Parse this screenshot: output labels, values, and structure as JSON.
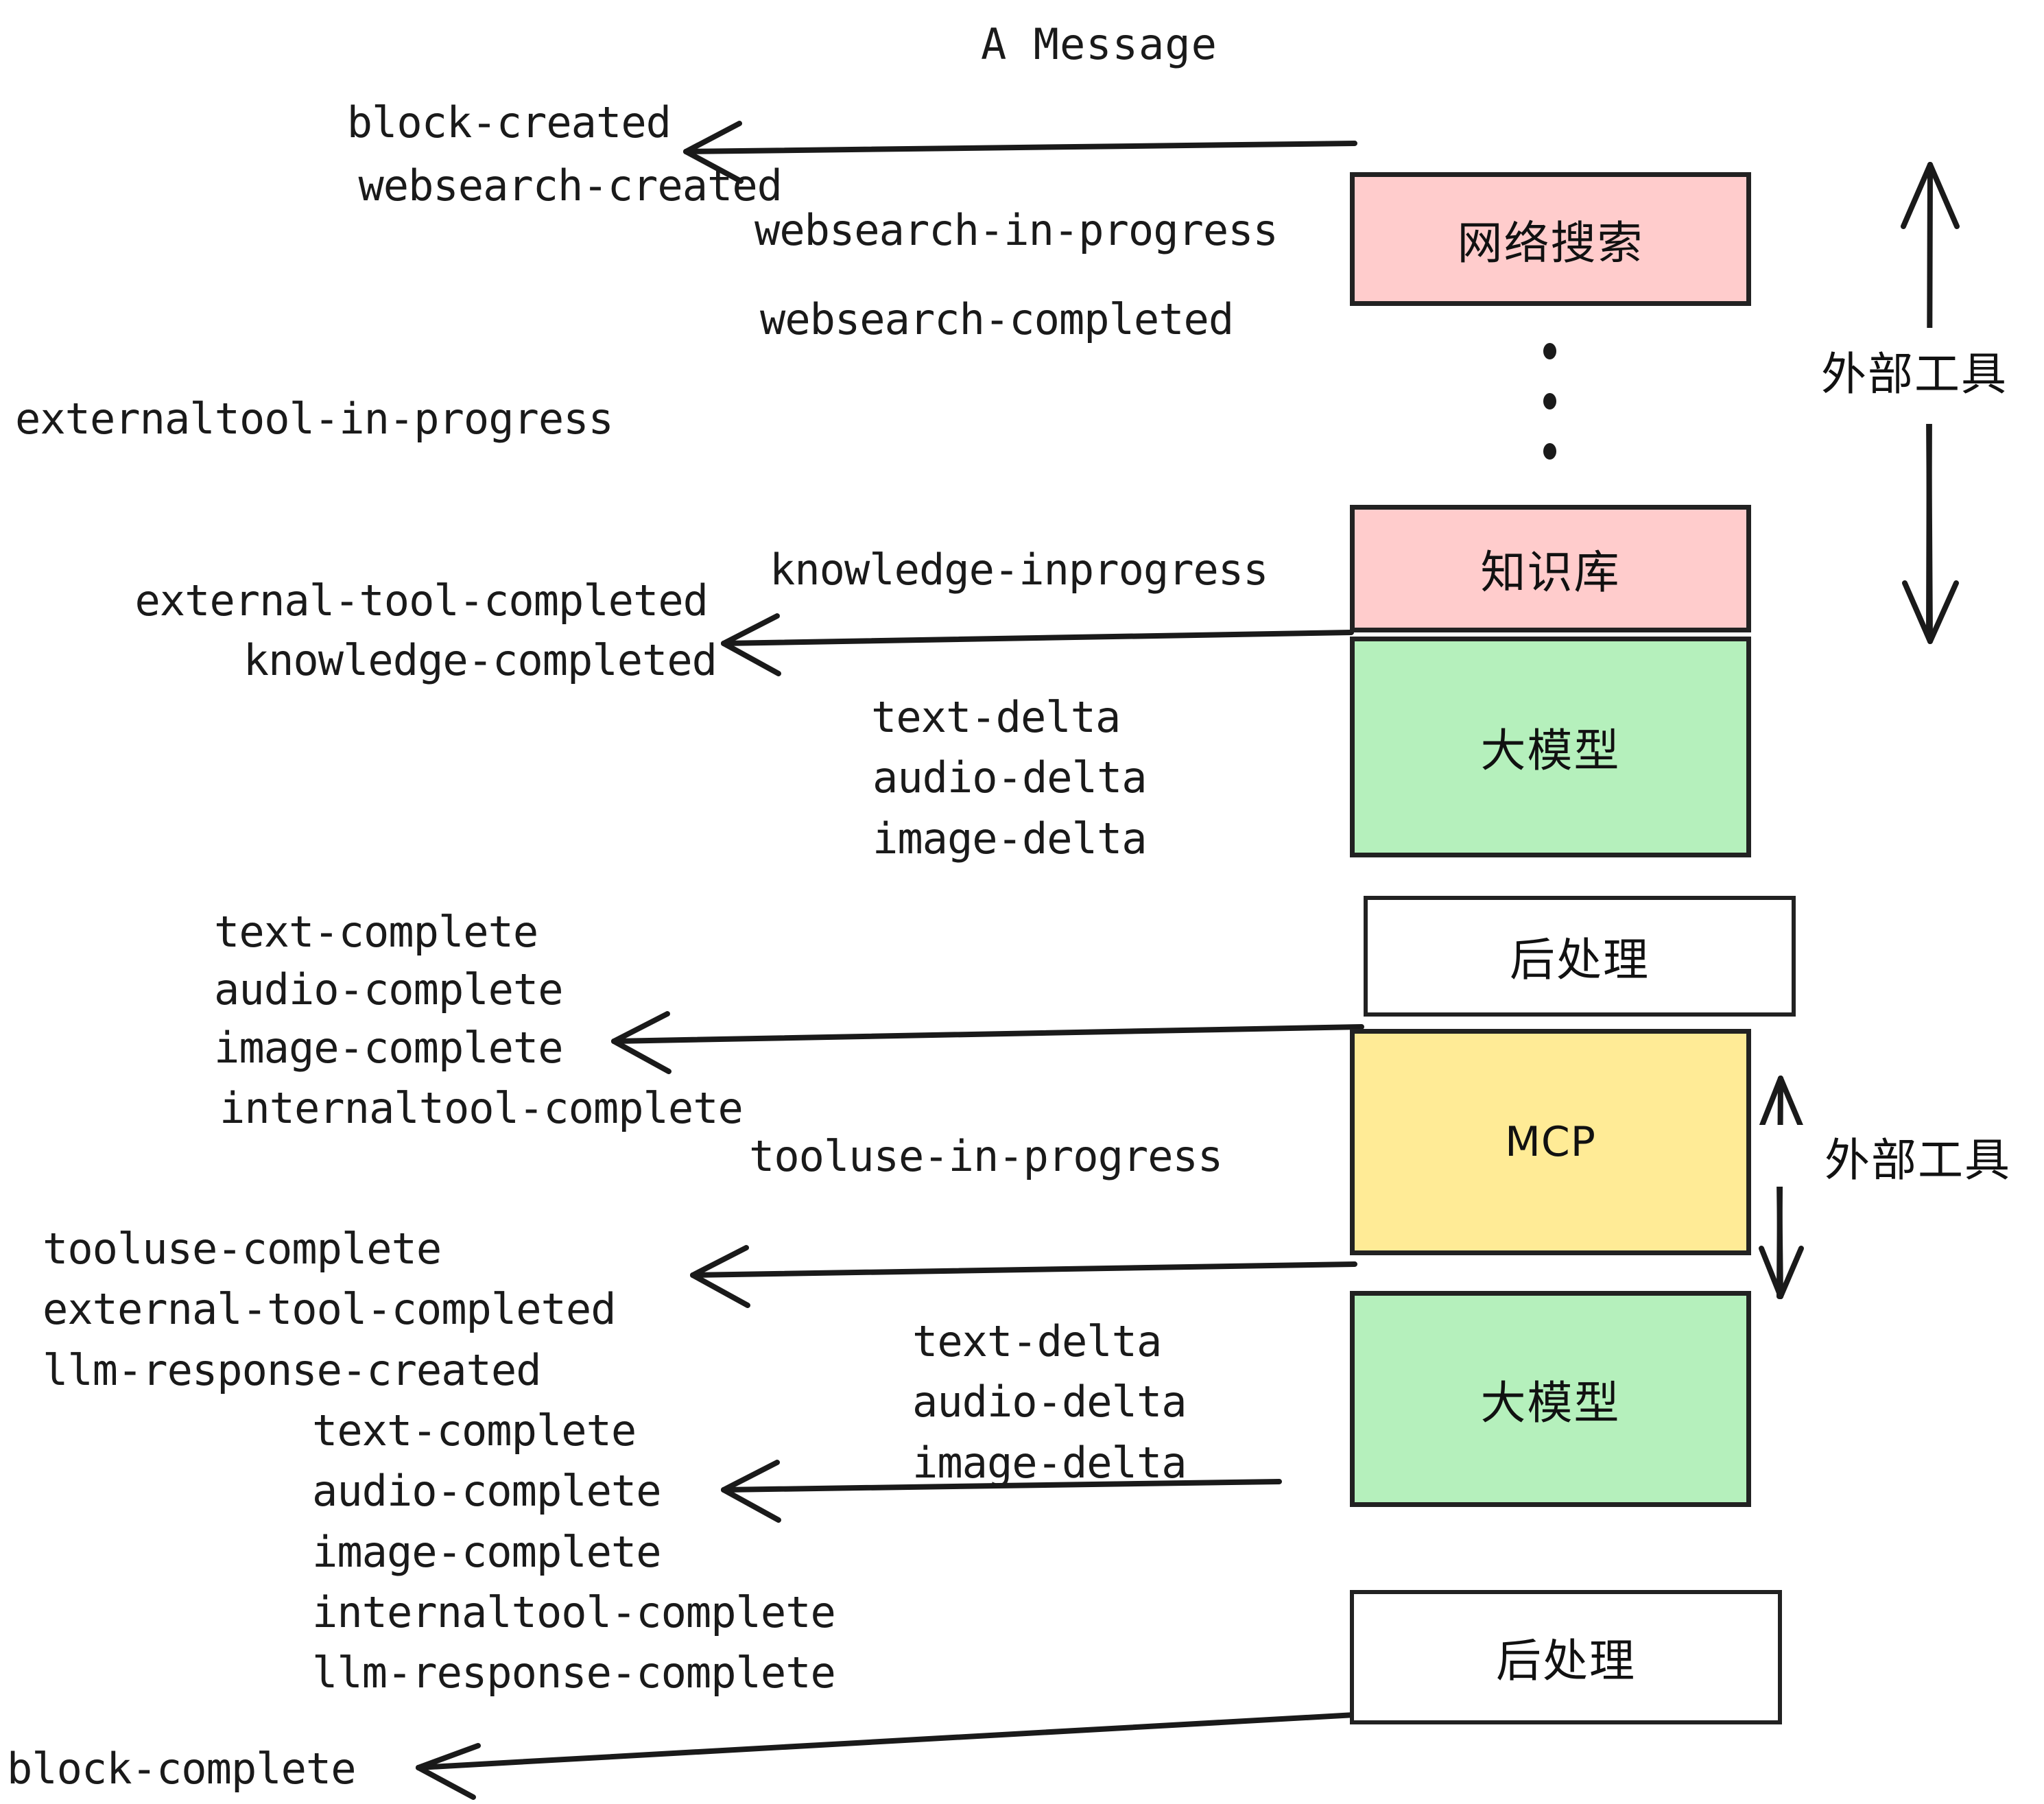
{
  "diagram": {
    "title": "A Message",
    "background": "#ffffff",
    "stroke": "#222222",
    "colors": {
      "websearch_box": "#FFCCCC",
      "knowledge_box": "#FFCCCC",
      "llm_box": "#B5F0BC",
      "mcp_box": "#FFEB96",
      "postprocess_box": "#FFFFFF",
      "text": "#1a1a1a"
    }
  },
  "boxes": [
    {
      "id": "websearch",
      "label": "网络搜索",
      "fill": "#FFCCCC"
    },
    {
      "id": "knowledge",
      "label": "知识库",
      "fill": "#FFCCCC"
    },
    {
      "id": "llm_top",
      "label": "大模型",
      "fill": "#B5F0BC"
    },
    {
      "id": "post_top",
      "label": "后处理",
      "fill": "#FFFFFF"
    },
    {
      "id": "mcp",
      "label": "MCP",
      "fill": "#FFEB96"
    },
    {
      "id": "llm_bottom",
      "label": "大模型",
      "fill": "#B5F0BC"
    },
    {
      "id": "post_bottom",
      "label": "后处理",
      "fill": "#FFFFFF"
    }
  ],
  "side_labels": [
    {
      "id": "external-tool-top",
      "text": "外部工具"
    },
    {
      "id": "external-tool-bottom",
      "text": "外部工具"
    }
  ],
  "events": [
    {
      "id": "block-created",
      "text": "block-created"
    },
    {
      "id": "websearch-created",
      "text": "websearch-created"
    },
    {
      "id": "websearch-in-progress",
      "text": "websearch-in-progress"
    },
    {
      "id": "websearch-completed",
      "text": "websearch-completed"
    },
    {
      "id": "externaltool-in-progress",
      "text": "externaltool-in-progress"
    },
    {
      "id": "knowledge-inprogress",
      "text": "knowledge-inprogress"
    },
    {
      "id": "external-tool-completed-1",
      "text": "external-tool-completed"
    },
    {
      "id": "knowledge-completed",
      "text": "knowledge-completed"
    },
    {
      "id": "text-delta-1",
      "text": "text-delta"
    },
    {
      "id": "audio-delta-1",
      "text": "audio-delta"
    },
    {
      "id": "image-delta-1",
      "text": "image-delta"
    },
    {
      "id": "text-complete-1",
      "text": "text-complete"
    },
    {
      "id": "audio-complete-1",
      "text": "audio-complete"
    },
    {
      "id": "image-complete-1",
      "text": "image-complete"
    },
    {
      "id": "internaltool-complete-1",
      "text": "internaltool-complete"
    },
    {
      "id": "tooluse-in-progress",
      "text": "tooluse-in-progress"
    },
    {
      "id": "tooluse-complete",
      "text": "tooluse-complete"
    },
    {
      "id": "external-tool-completed-2",
      "text": "external-tool-completed"
    },
    {
      "id": "llm-response-created",
      "text": "llm-response-created"
    },
    {
      "id": "text-delta-2",
      "text": "text-delta"
    },
    {
      "id": "audio-delta-2",
      "text": "audio-delta"
    },
    {
      "id": "image-delta-2",
      "text": "image-delta"
    },
    {
      "id": "text-complete-2",
      "text": "text-complete"
    },
    {
      "id": "audio-complete-2",
      "text": "audio-complete"
    },
    {
      "id": "image-complete-2",
      "text": "image-complete"
    },
    {
      "id": "internaltool-complete-2",
      "text": "internaltool-complete"
    },
    {
      "id": "llm-response-complete",
      "text": "llm-response-complete"
    },
    {
      "id": "block-complete",
      "text": "block-complete"
    }
  ]
}
